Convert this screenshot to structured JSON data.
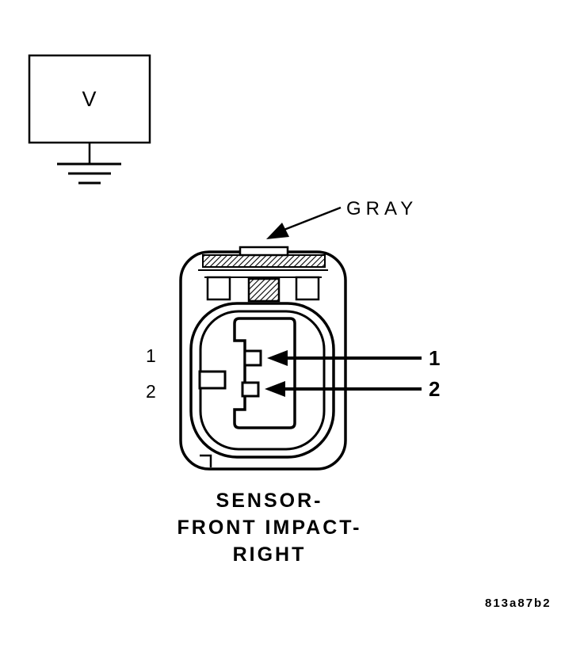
{
  "page": {
    "background_color": "#ffffff",
    "line_color": "#000000"
  },
  "voltmeter": {
    "label": "V"
  },
  "connector": {
    "color_callout": "GRAY",
    "left_pin_labels": [
      "1",
      "2"
    ],
    "right_pin_labels": [
      "1",
      "2"
    ],
    "caption_lines": [
      "SENSOR-",
      "FRONT IMPACT-",
      "RIGHT"
    ]
  },
  "footer": {
    "part_code": "813a87b2"
  }
}
